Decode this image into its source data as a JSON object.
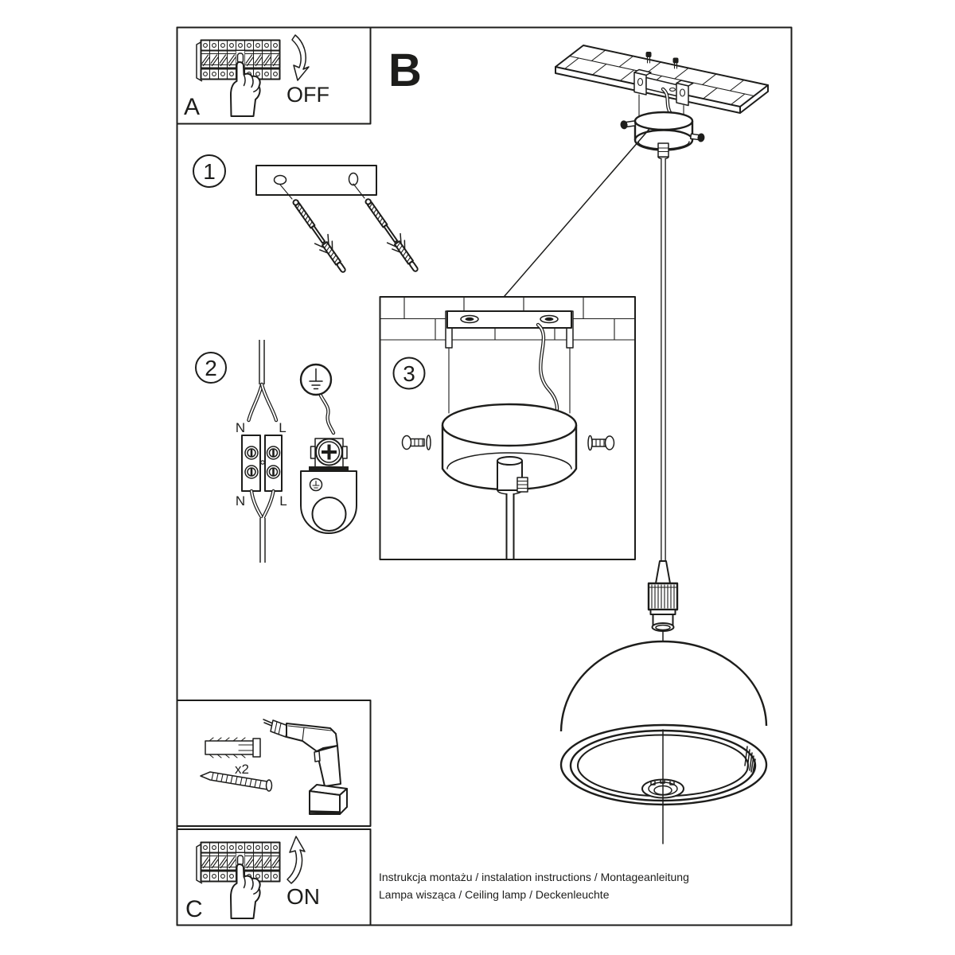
{
  "sheet": {
    "background_color": "#ffffff",
    "line_color": "#1d1d1b",
    "section_label": "B",
    "footer": {
      "line1": "Instrukcja montażu / instalation instructions / Montageanleitung",
      "line2": "Lampa wisząca / Ceiling lamp  / Deckenleuchte"
    }
  },
  "panel_a": {
    "label": "A",
    "action": "OFF"
  },
  "panel_c": {
    "label": "C",
    "action": "ON"
  },
  "steps": {
    "one": {
      "number": "1"
    },
    "two": {
      "number": "2",
      "wire_labels": {
        "top_left": "N",
        "top_right": "L",
        "bottom_left": "N",
        "bottom_right": "L"
      }
    },
    "three": {
      "number": "3"
    }
  },
  "parts": {
    "anchor_quantity": "x2"
  }
}
